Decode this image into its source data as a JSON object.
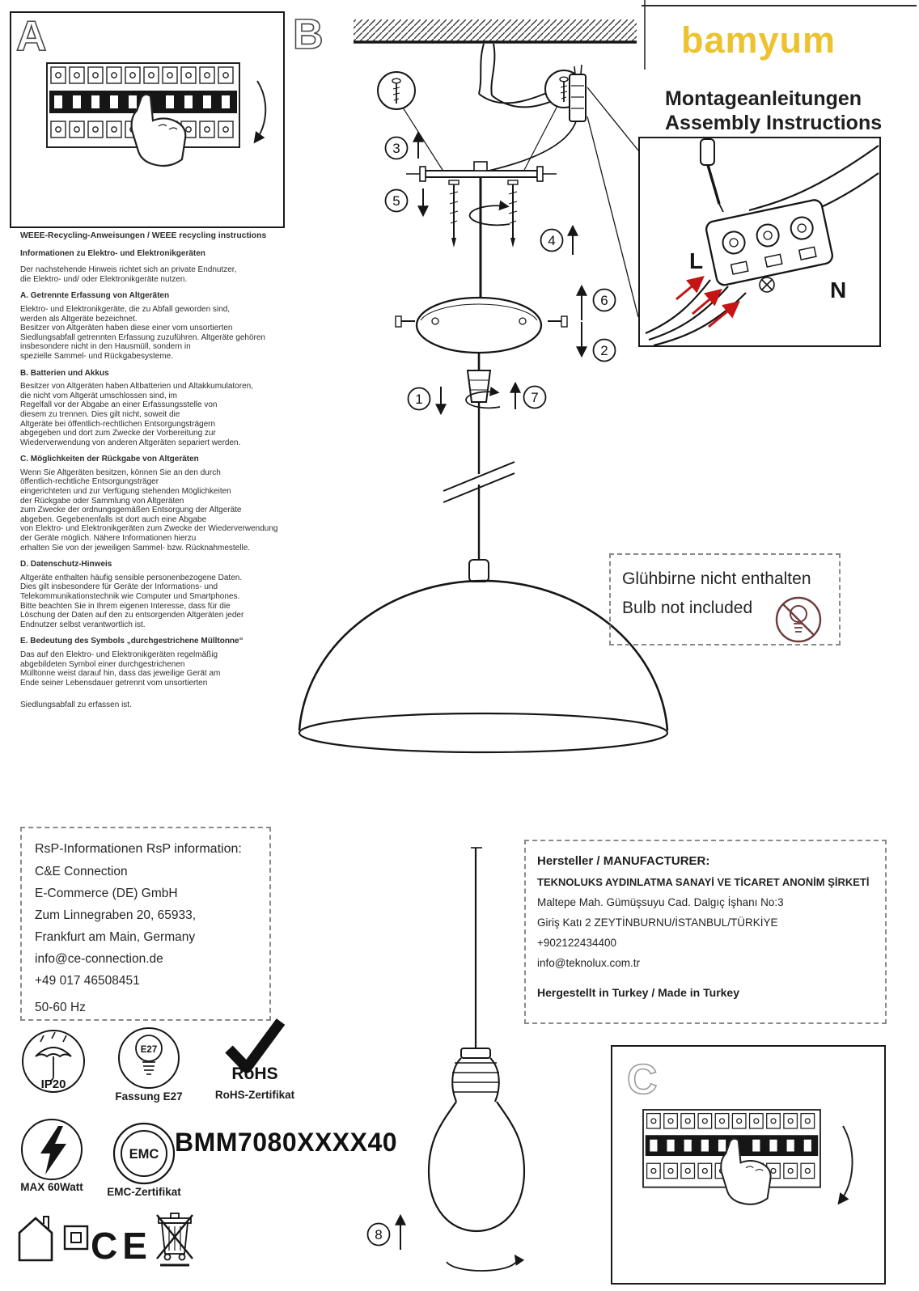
{
  "brand": {
    "name": "bamyum",
    "color": "#ecc22e"
  },
  "header": {
    "title_de": "Montageanleitungen",
    "title_en": "Assembly Instructions"
  },
  "section_labels": {
    "a": "A",
    "b": "B",
    "c": "C"
  },
  "weee": {
    "title": "WEEE-Recycling-Anweisungen / WEEE recycling instructions",
    "subtitle": "Informationen zu Elektro- und Elektronikgeräten",
    "intro": "Der nachstehende Hinweis richtet sich an private Endnutzer,\n die Elektro- und/ oder Elektronikgeräte nutzen.",
    "blocks": [
      {
        "heading": "A. Getrennte Erfassung von Altgeräten",
        "body": "Elektro- und Elektronikgeräte, die zu Abfall geworden sind,\nwerden als Altgeräte bezeichnet.\nBesitzer von Altgeräten haben diese einer vom unsortierten\nSiedlungsabfall getrennten Erfassung zuzuführen. Altgeräte gehören\ninsbesondere nicht in den Hausmüll, sondern in\nspezielle Sammel- und Rückgabesysteme."
      },
      {
        "heading": "B. Batterien und Akkus",
        "body": "Besitzer von Altgeräten haben Altbatterien und Altakkumulatoren,\n die nicht vom Altgerät umschlossen sind, im\nRegelfall vor der Abgabe an einer Erfassungsstelle von\ndiesem zu trennen. Dies gilt nicht, soweit die\nAltgeräte bei öffentlich-rechtlichen Entsorgungsträgern\nabgegeben und dort zum Zwecke der Vorbereitung zur\nWiederverwendung von anderen Altgeräten separiert werden."
      },
      {
        "heading": "C. Möglichkeiten der Rückgabe von Altgeräten",
        "body": "Wenn Sie Altgeräten besitzen, können Sie an den durch\nöffentlich-rechtliche Entsorgungsträger\neingerichteten und zur Verfügung stehenden Möglichkeiten\nder Rückgabe oder Sammlung von Altgeräten\n zum Zwecke der ordnungsgemäßen Entsorgung der Altgeräte\nabgeben. Gegebenenfalls ist dort auch eine Abgabe\n von Elektro- und Elektronikgeräten zum Zwecke der Wiederverwendung\nder Geräte möglich. Nähere Informationen hierzu\nerhalten Sie von der jeweiligen Sammel- bzw. Rücknahmestelle."
      },
      {
        "heading": "D. Datenschutz-Hinweis",
        "body": "Altgeräte enthalten häufig sensible personenbezogene Daten.\nDies gilt insbesondere für Geräte der Informations- und\nTelekommunikationstechnik wie Computer und Smartphones.\n Bitte beachten Sie in Ihrem eigenen Interesse, dass für die\nLöschung der Daten auf den zu entsorgenden Altgeräten jeder\nEndnutzer selbst verantwortlich ist."
      },
      {
        "heading": "E. Bedeutung des Symbols „durchgestrichene Mülltonne“",
        "body": "Das auf den Elektro- und Elektronikgeräten regelmäßig\n abgebildeten Symbol einer durchgestrichenen\nMülltonne weist darauf hin, dass das jeweilige Gerät am\nEnde seiner Lebensdauer getrennt vom unsortierten"
      }
    ],
    "footer": "Siedlungsabfall zu erfassen ist."
  },
  "bulb_box": {
    "line_de": "Glühbirne nicht enthalten",
    "line_en": "Bulb not included"
  },
  "rsp_box": {
    "title": "RsP-Informationen RsP information:",
    "lines": [
      "C&E Connection",
      "E-Commerce (DE) GmbH",
      "Zum Linnegraben 20, 65933,",
      "Frankfurt am Main, Germany",
      "info@ce-connection.de",
      "+49 017 46508451",
      "50-60 Hz"
    ]
  },
  "manufacturer_box": {
    "title": "Hersteller / MANUFACTURER:",
    "lines": [
      "TEKNOLUKS AYDINLATMA SANAYİ VE TİCARET ANONİM ŞİRKETİ",
      "Maltepe Mah. Gümüşsuyu Cad. Dalgıç İşhanı No:3",
      "Giriş Katı 2 ZEYTİNBURNU/İSTANBUL/TÜRKİYE",
      "+902122434400",
      "info@teknolux.com.tr"
    ],
    "footer": "Hergestellt in Turkey / Made in Turkey"
  },
  "badges": {
    "ip_rating": "IP20",
    "socket": "E27",
    "socket_label": "Fassung E27",
    "rohs": "RoHS",
    "rohs_label": "RoHS-Zertifikat",
    "emc": "EMC",
    "emc_label": "EMC-Zertifikat",
    "max_watt": "MAX 60Watt",
    "model": "BMM7080XXXX40",
    "ce": "CE"
  },
  "diagram": {
    "steps": [
      "1",
      "2",
      "3",
      "4",
      "5",
      "6",
      "7",
      "8"
    ],
    "terminal_labels": {
      "live": "L",
      "neutral": "N"
    }
  }
}
